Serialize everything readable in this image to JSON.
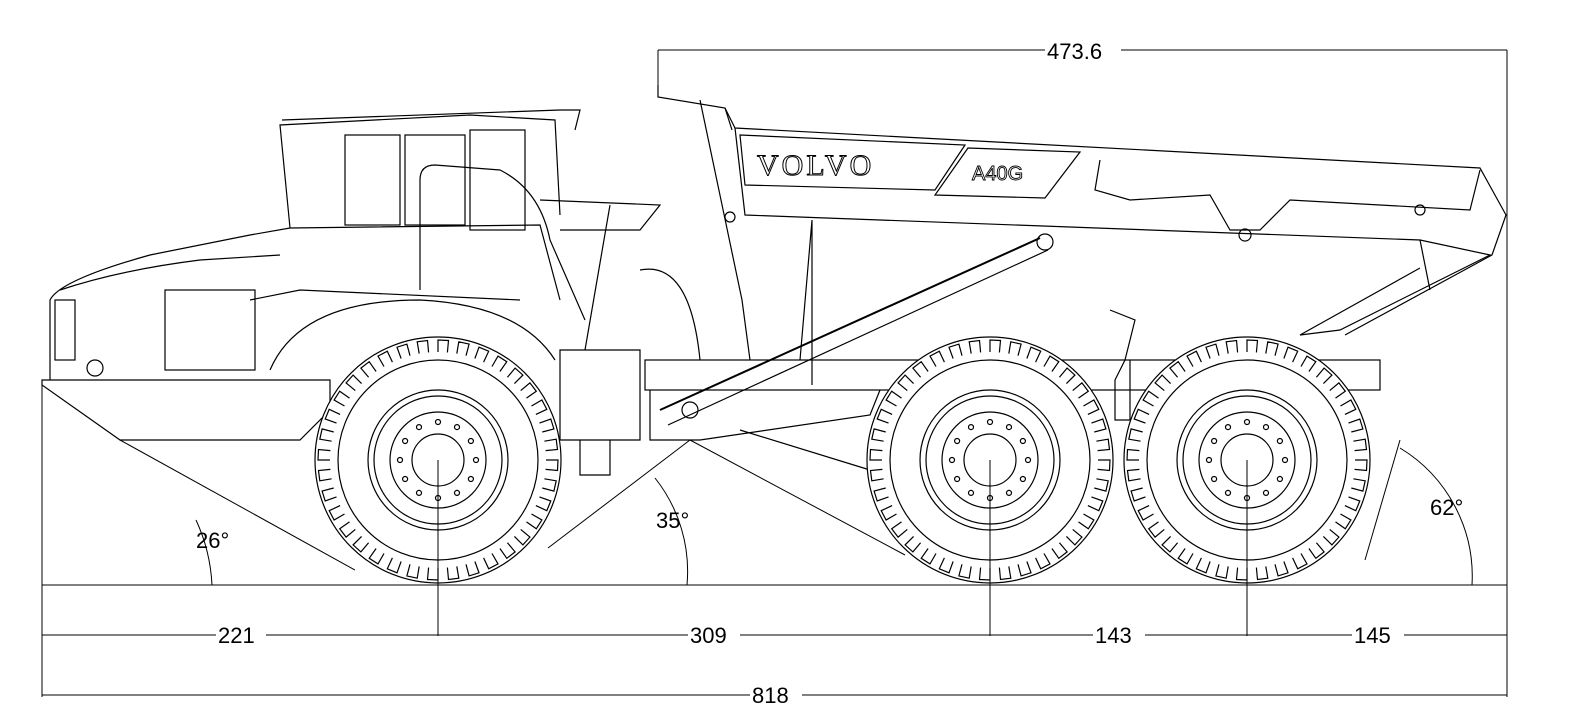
{
  "drawing": {
    "brand_logo": "VOLVO",
    "model_badge": "A40G",
    "dimensions": {
      "dump_body_length": "473.6",
      "front_overhang": "221",
      "wheelbase_front_to_middle": "309",
      "bogie_spacing": "143",
      "rear_overhang": "145",
      "overall_length": "818"
    },
    "angles": {
      "approach": "26°",
      "ramp": "35°",
      "departure": "62°"
    },
    "stroke_color": "#000000",
    "background_color": "#ffffff"
  }
}
